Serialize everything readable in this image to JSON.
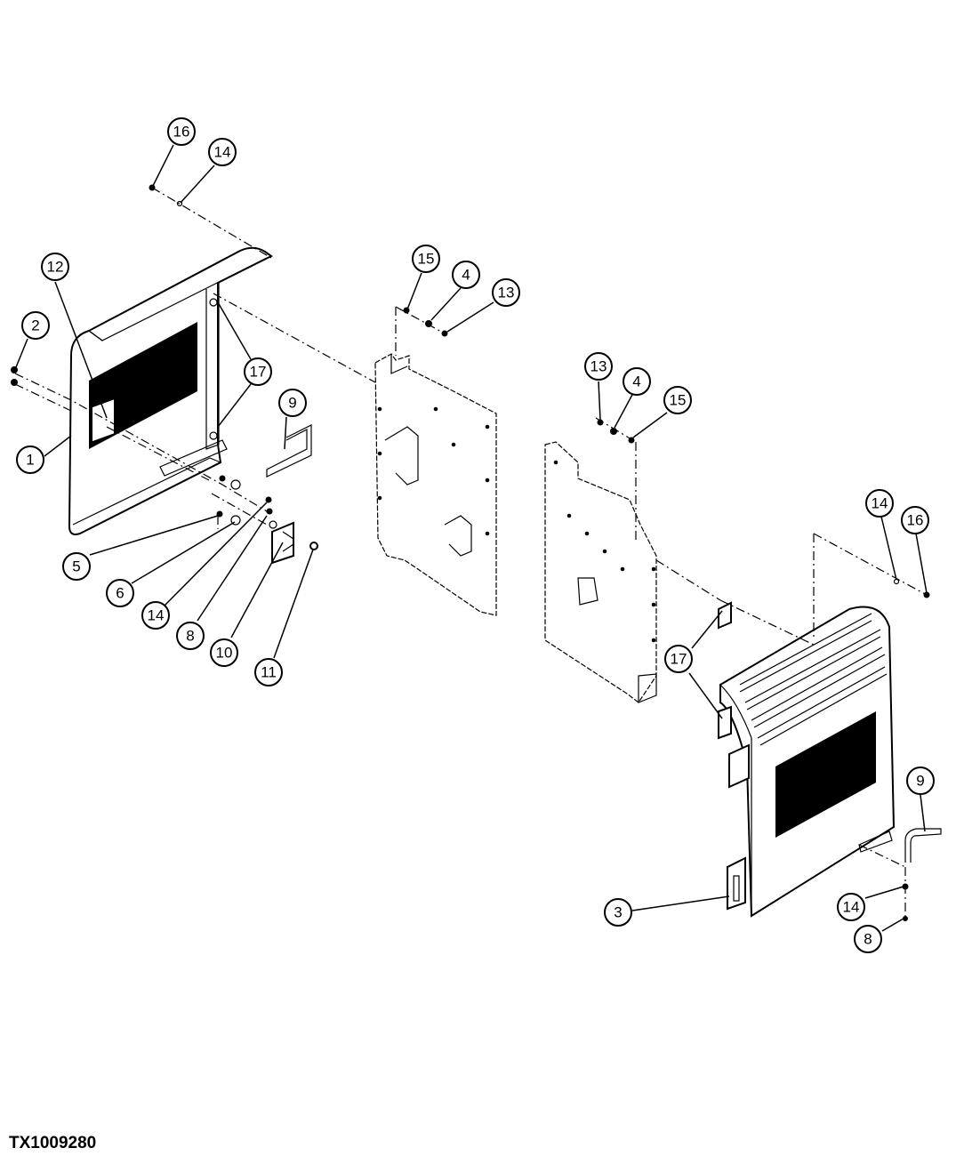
{
  "figure_id": "TX1009280",
  "callouts": {
    "c1": "1",
    "c2": "2",
    "c3": "3",
    "c4a": "4",
    "c4b": "4",
    "c5": "5",
    "c6": "6",
    "c8a": "8",
    "c8b": "8",
    "c9a": "9",
    "c9b": "9",
    "c10": "10",
    "c11": "11",
    "c12": "12",
    "c13a": "13",
    "c13b": "13",
    "c14a": "14",
    "c14b": "14",
    "c14c": "14",
    "c14d": "14",
    "c15a": "15",
    "c15b": "15",
    "c16a": "16",
    "c16b": "16",
    "c17a": "17",
    "c17b": "17"
  }
}
